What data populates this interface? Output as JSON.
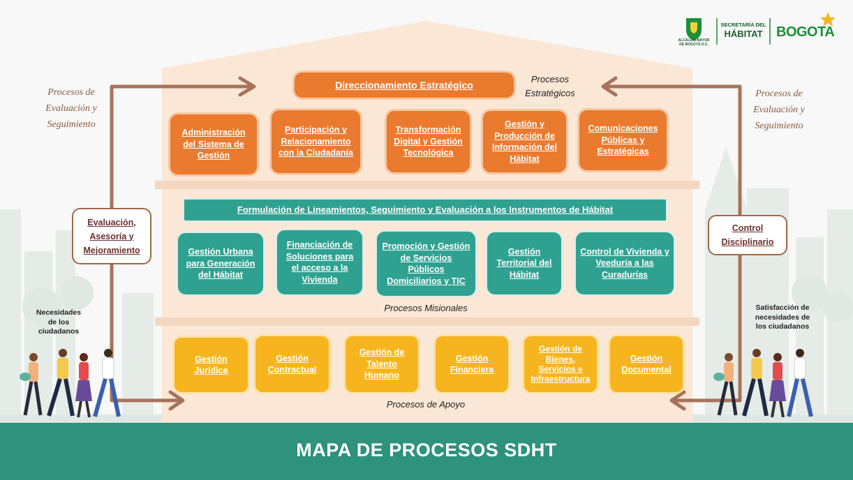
{
  "header": {
    "logo_alcaldia": "ALCALDÍA MAYOR DE BOGOTÁ D.C.",
    "logo_secretaria_line1": "SECRETARÍA DEL",
    "logo_secretaria_line2": "HÁBITAT",
    "logo_bogota": "BOGOTA"
  },
  "side_notes": {
    "left_eval": "Procesos de Evaluación y Seguimiento",
    "right_eval": "Procesos de Evaluación y Seguimiento",
    "left_needs": "Necesidades de los ciudadanos",
    "right_satisfaction": "Satisfacción de necesidades de los ciudadanos",
    "left_box": "Evaluación, Asesoría y Mejoramiento",
    "right_box": "Control Disciplinario"
  },
  "strategic": {
    "label": "Procesos Estratégicos",
    "header": "Direccionamiento Estratégico",
    "items": [
      "Administración del Sistema de Gestión",
      "Participación y Relacionamiento con la Ciudadanía",
      "Transformación Digital y Gestión Tecnológica",
      "Gestión y Producción de Información del Hábitat",
      "Comunicaciones Públicas y Estratégicas"
    ]
  },
  "missional": {
    "label": "Procesos Misionales",
    "header": "Formulación de Lineamientos, Seguimiento y Evaluación a los Instrumentos de Hábitat",
    "items": [
      "Gestión Urbana para  Generación del Hábitat",
      "Financiación de Soluciones para el acceso a la Vivienda",
      "Promoción y Gestión de Servicios Públicos Domiciliarios y TIC",
      "Gestión Territorial del Hábitat",
      "Control de Vivienda y Veeduría a las Curadurías"
    ]
  },
  "support": {
    "label": "Procesos  de Apoyo",
    "items": [
      "Gestión Jurídica",
      "Gestión Contractual",
      "Gestión de Talento Humano",
      "Gestión Financiera",
      "Gestión de Bienes, Servicios e Infraestructura",
      "Gestión Documental"
    ]
  },
  "footer": {
    "title": "MAPA DE PROCESOS SDHT"
  },
  "colors": {
    "strategic": "#ea7a2e",
    "missional": "#2fa191",
    "support": "#f6b51f",
    "footer": "#2e927c",
    "arrow": "#a8725a",
    "building": "#fbe7d6"
  }
}
